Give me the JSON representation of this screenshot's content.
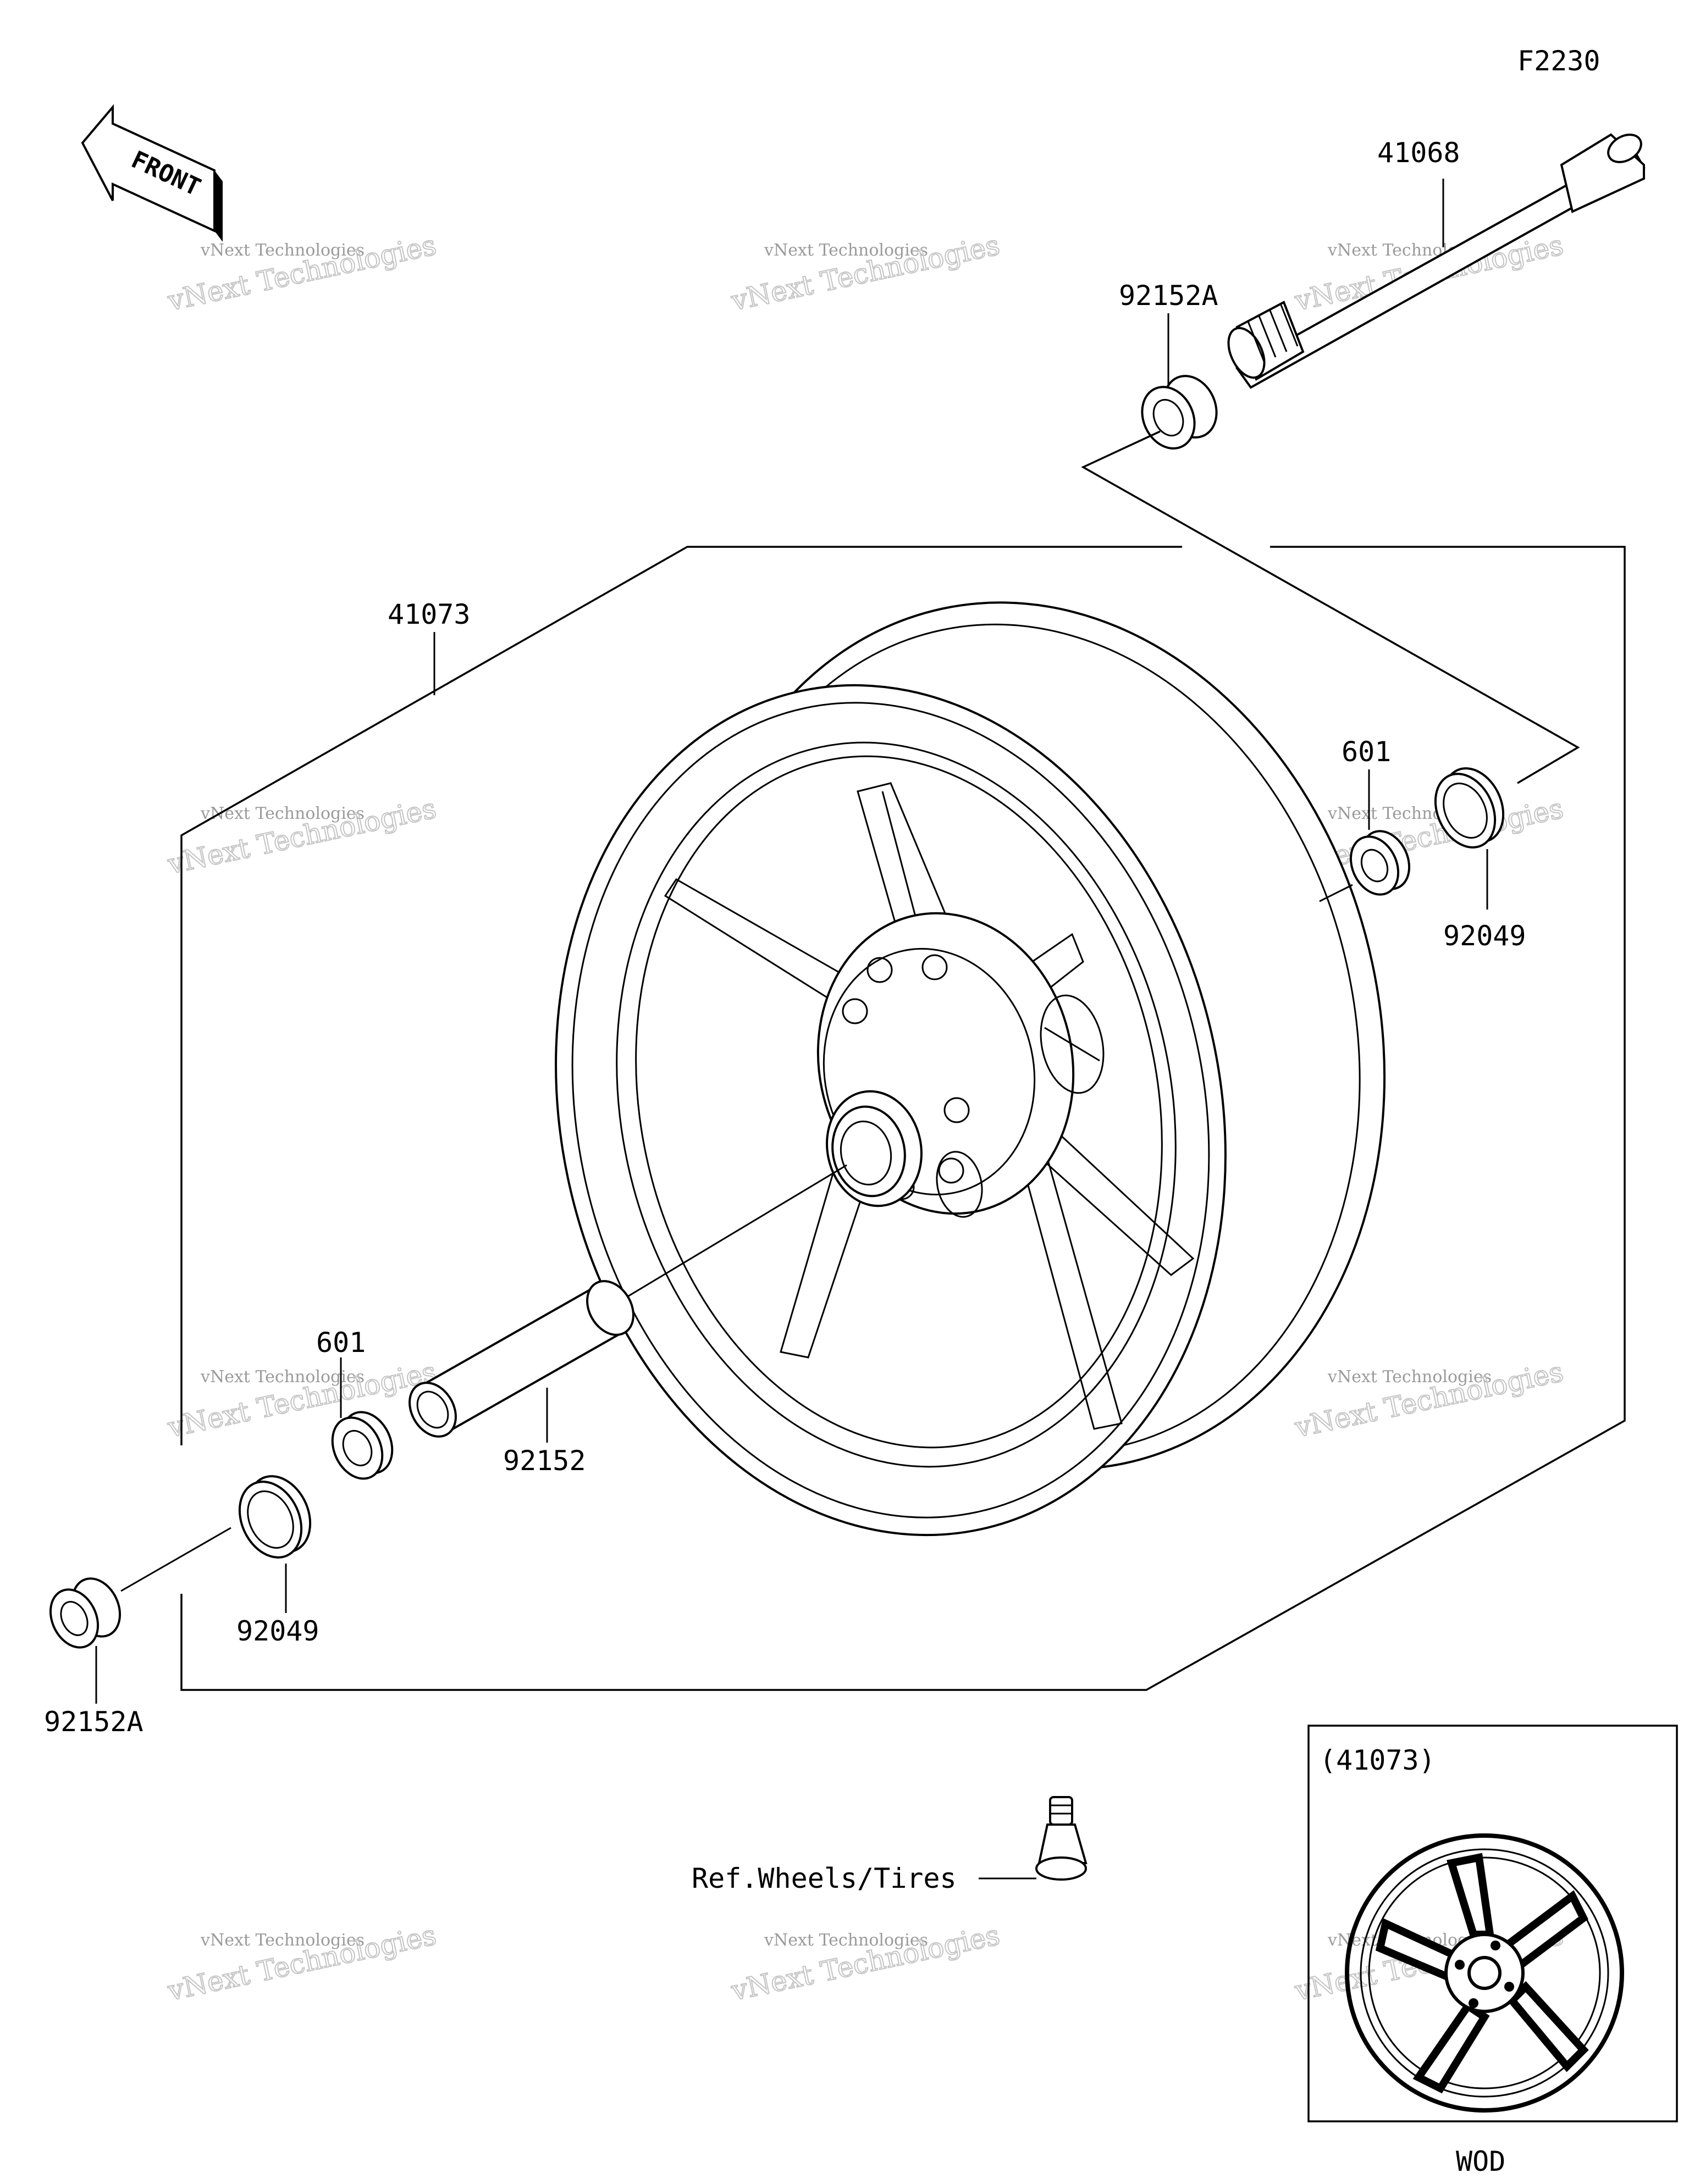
{
  "diagram": {
    "figure_code": "F2230",
    "front_label": "FRONT",
    "watermark_line1": "vNext Technologies",
    "watermark_line2": "vNext Technologies",
    "inset_title": "(41073)",
    "inset_caption": "WOD",
    "ref_label": "Ref.Wheels/Tires",
    "parts": {
      "axle": "41068",
      "collar_top": "92152A",
      "wheel": "41073",
      "bearing_right": "601",
      "seal_right": "92049",
      "bearing_left": "601",
      "spacer": "92152",
      "seal_left": "92049",
      "collar_bottom": "92152A"
    }
  }
}
